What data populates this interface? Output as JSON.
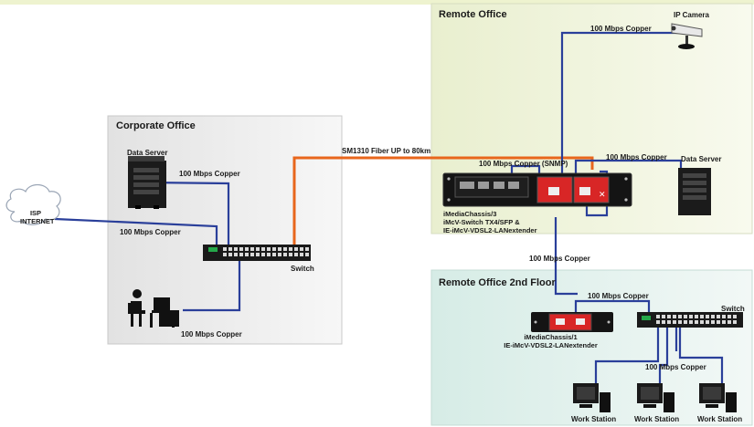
{
  "diagram": {
    "corporate": {
      "title": "Corporate Office",
      "data_server": "Data Server",
      "copper_server": "100 Mbps Copper",
      "copper_isp": "100 Mbps Copper",
      "copper_ws": "100 Mbps Copper",
      "switch": "Switch"
    },
    "isp": {
      "line1": "ISP",
      "line2": "INTERNET"
    },
    "fiber": "SM1310 Fiber UP to 80km",
    "remote": {
      "title": "Remote Office",
      "ip_camera": "IP Camera",
      "copper_camera": "100 Mbps Copper",
      "copper_snmp": "100 Mbps Copper (SNMP)",
      "copper_server": "100 Mbps Copper",
      "data_server": "Data Server",
      "chassis_line1": "iMediaChassis/3",
      "chassis_line2": "iMcV-Switch TX4/SFP &",
      "chassis_line3": "IE-iMcV-VDSL2-LANextender"
    },
    "link_down": "100 Mbps Copper",
    "floor2": {
      "title": "Remote Office 2nd Floor",
      "copper_top": "100 Mbps Copper",
      "switch": "Switch",
      "chassis_line1": "iMediaChassis/1",
      "chassis_line2": "IE-iMcV-VDSL2-LANextender",
      "copper_ws": "100 Mbps Copper",
      "ws1": "Work Station",
      "ws2": "Work Station",
      "ws3": "Work Station"
    },
    "colors": {
      "copper": "#2a3f9a",
      "fiber": "#e8661c",
      "top_bar": "#eef3cf"
    }
  }
}
